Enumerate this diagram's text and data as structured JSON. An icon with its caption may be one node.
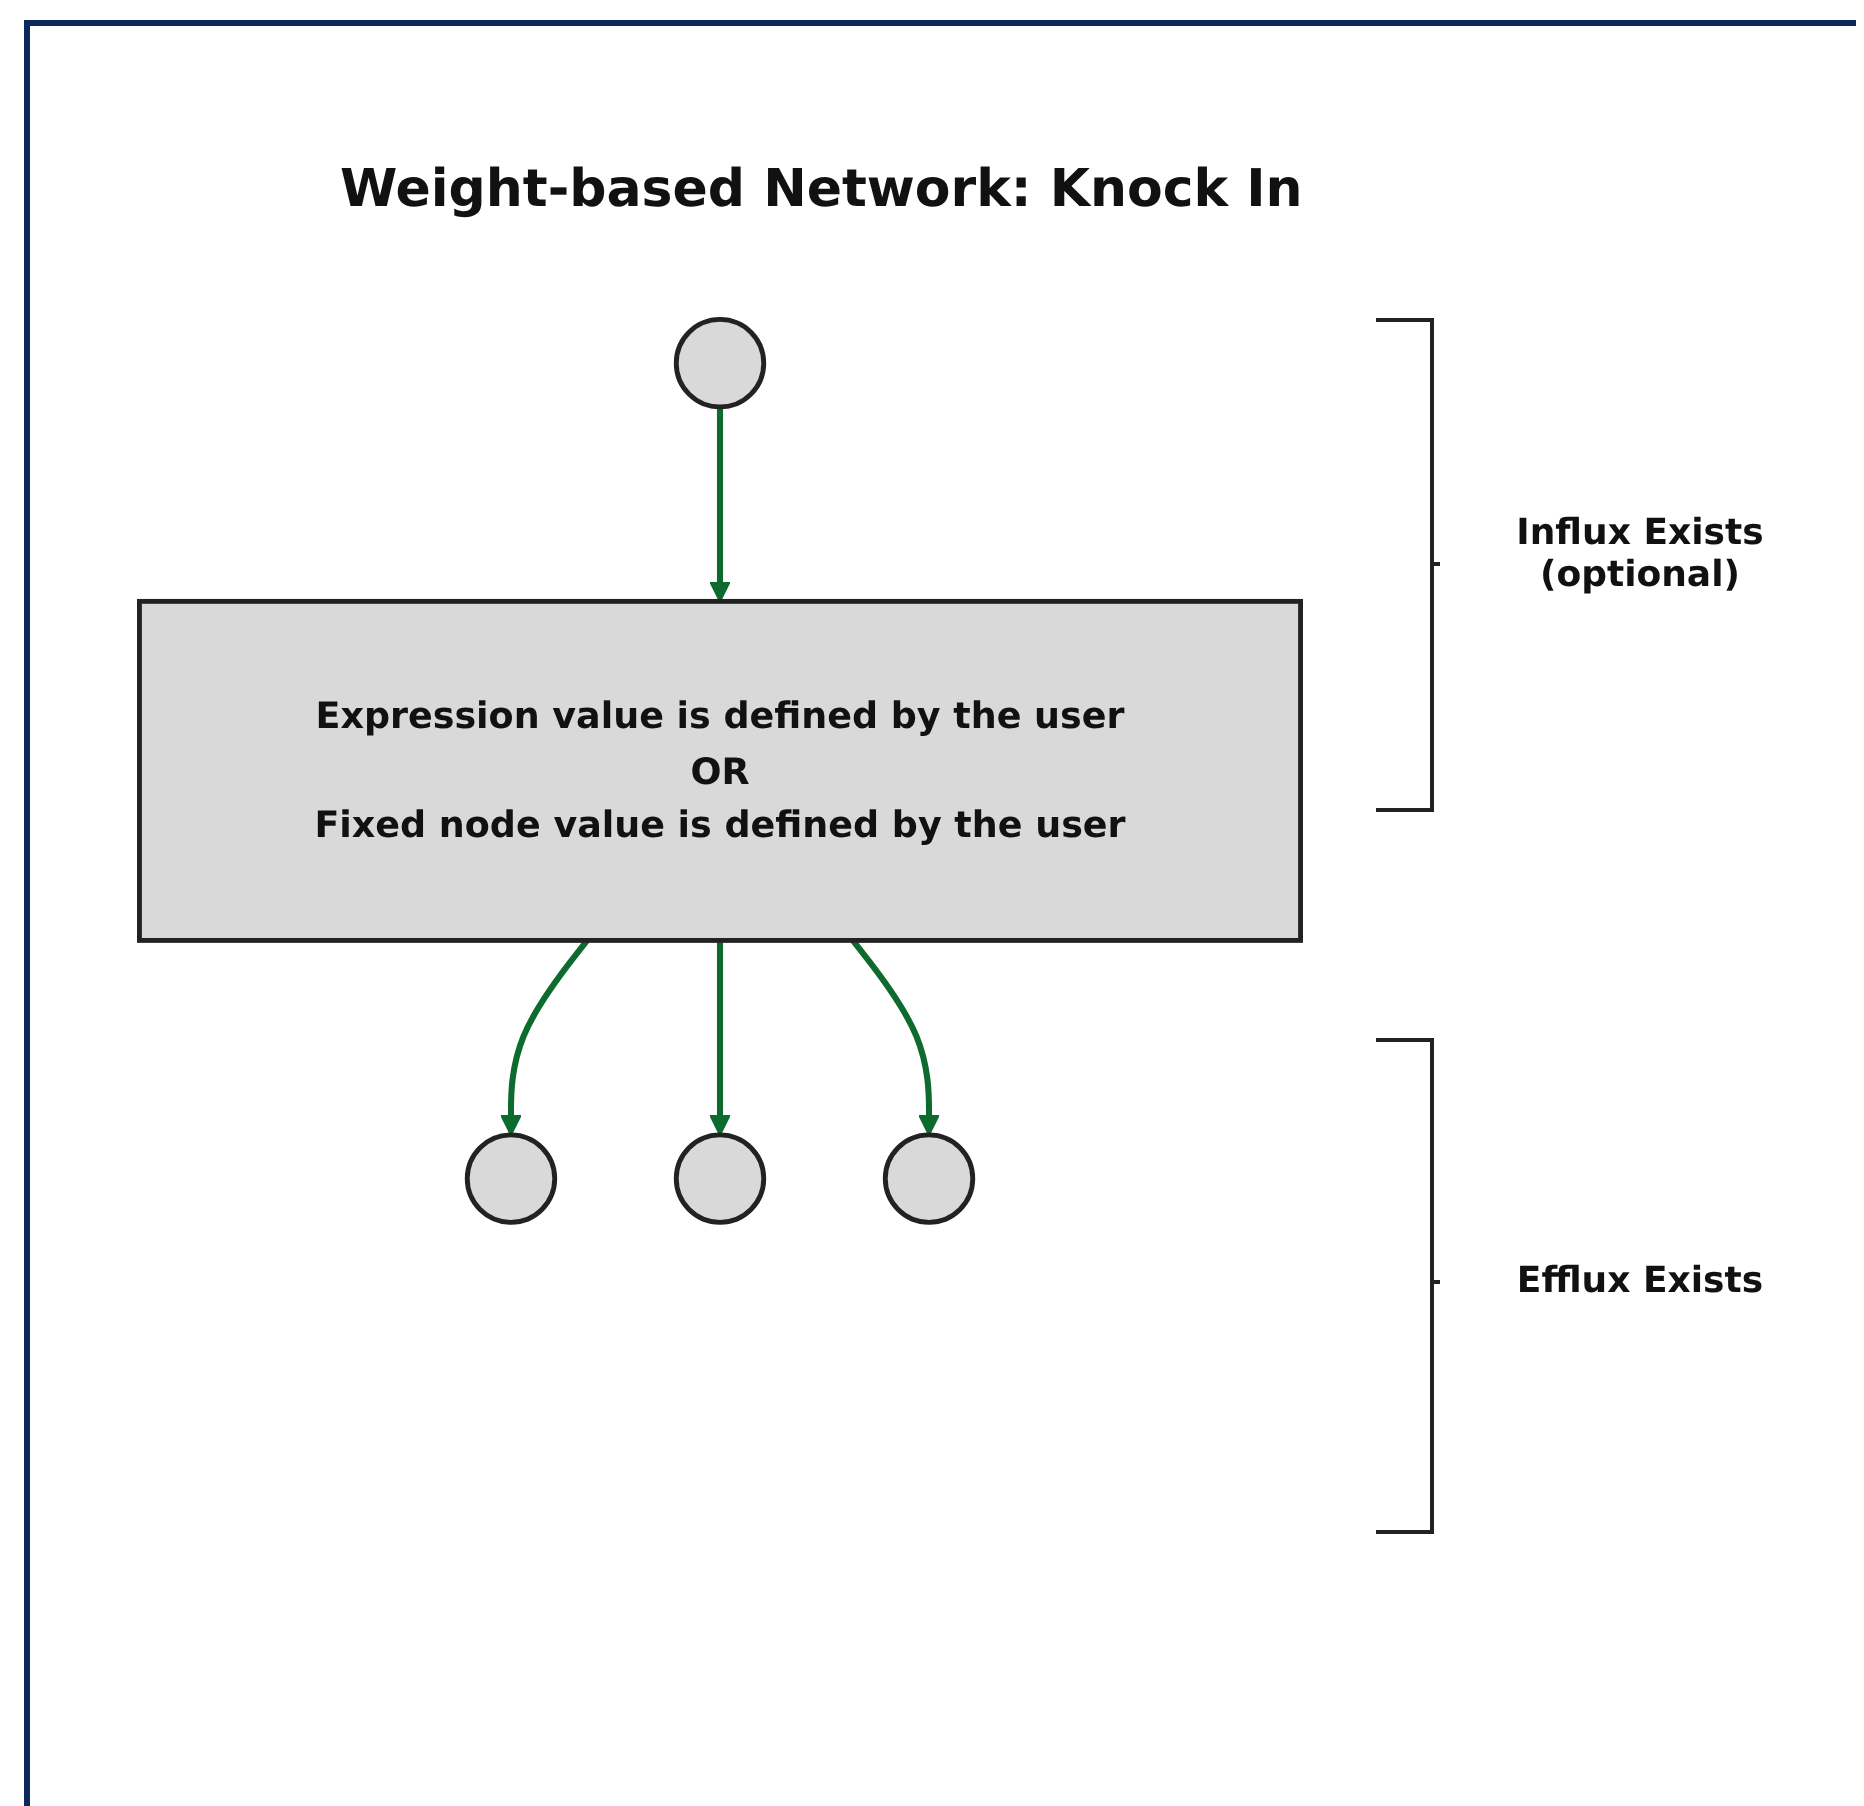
{
  "diagram": {
    "title": "Weight-based Network: Knock In",
    "nodes": [
      {
        "text": [],
        "shape": "circle"
      },
      {
        "text": [
          "Expression value is defined by the user",
          "OR",
          "Fixed node value is defined by the user"
        ]
      },
      {
        "text": [],
        "shape": "circle"
      },
      {
        "text": [],
        "shape": "circle"
      },
      {
        "text": [],
        "shape": "circle"
      }
    ],
    "edges": [
      {
        "from": 0,
        "to": 1,
        "arrow": "to"
      },
      {
        "from": 1,
        "to": 2,
        "arrow": "to"
      },
      {
        "from": 1,
        "to": 3,
        "arrow": "to"
      },
      {
        "from": 1,
        "to": 4,
        "arrow": "to"
      }
    ],
    "labels": [
      "Influx Exists (optional)",
      "Efflux Exists"
    ]
  }
}
